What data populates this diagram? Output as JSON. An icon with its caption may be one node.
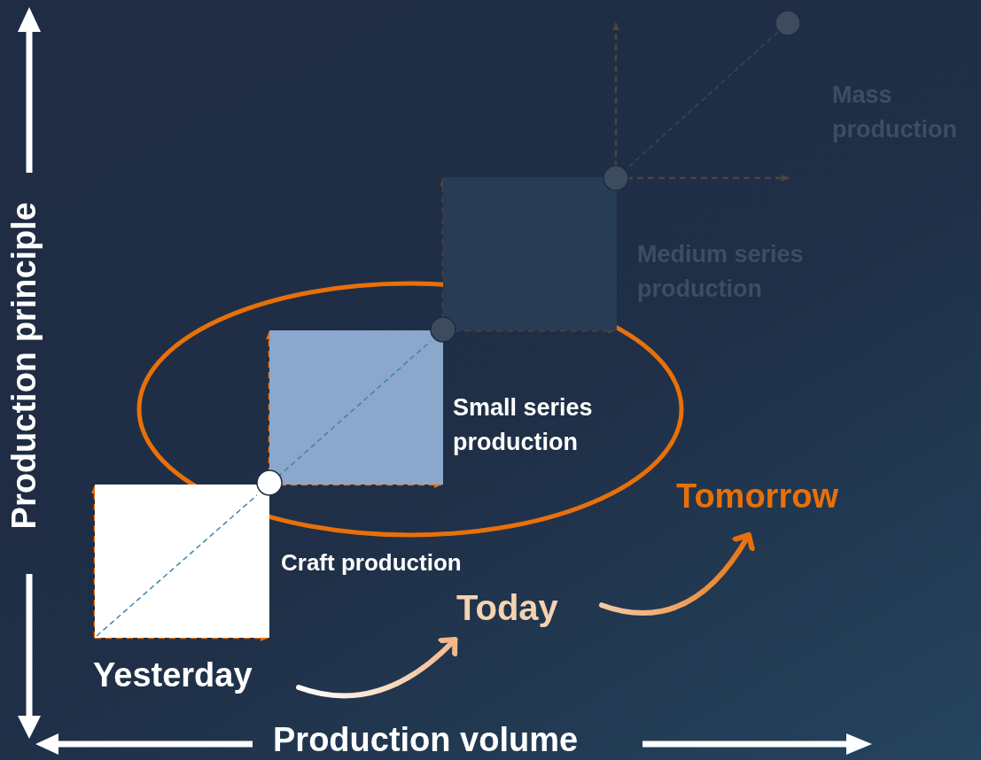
{
  "diagram": {
    "nodes": [
      {
        "text": [
          "Craft production"
        ]
      },
      {
        "text": [
          "Small series production"
        ]
      },
      {
        "text": [
          "Medium series production"
        ]
      },
      {
        "text": [
          "Mass production"
        ]
      },
      {
        "text": [
          "Yesterday"
        ]
      },
      {
        "text": [
          "Today"
        ]
      },
      {
        "text": [
          "Tomorrow"
        ]
      }
    ],
    "edges": [
      {
        "from": 4,
        "to": 5,
        "arrow": "to"
      },
      {
        "from": 5,
        "to": 6,
        "arrow": "to"
      }
    ],
    "labels": [
      "Production principle",
      "Production volume"
    ]
  }
}
